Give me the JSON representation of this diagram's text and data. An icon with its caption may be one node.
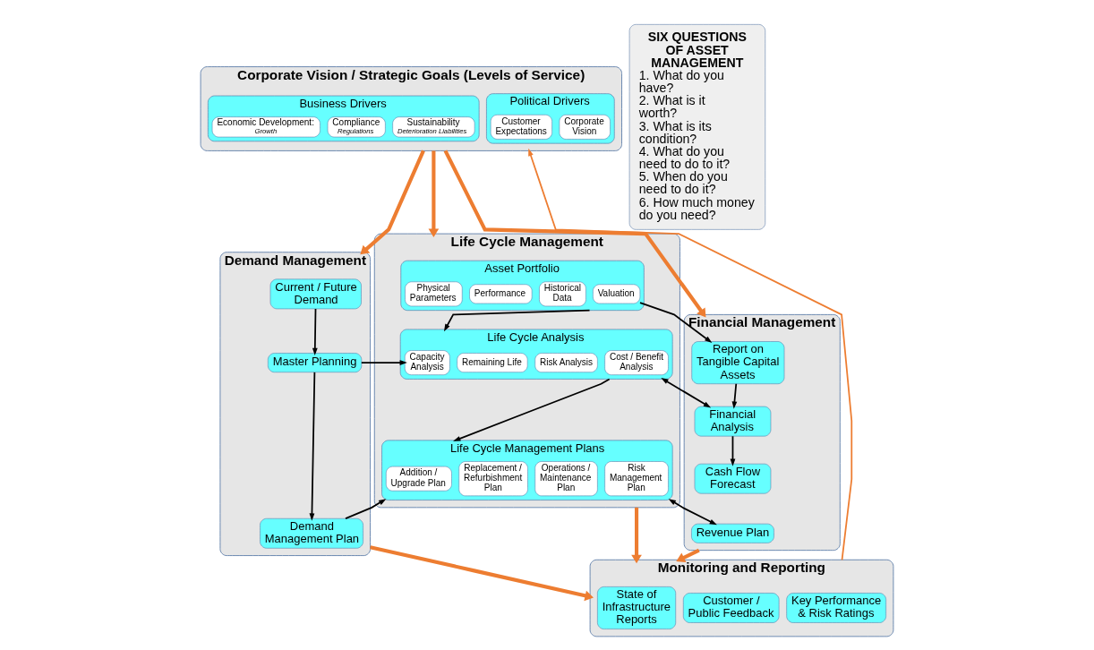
{
  "diagram": {
    "nodes": [
      {
        "text": [
          "Corporate Vision / Strategic Goals (Levels of Service)"
        ]
      },
      {
        "text": [
          "Political Drivers"
        ],
        "in": 0
      },
      {
        "text": [
          "Customer Expectations"
        ],
        "in": 1
      },
      {
        "text": [
          "Corporate Vision"
        ],
        "in": 1
      },
      {
        "text": [
          "Business Drivers"
        ],
        "in": 0
      },
      {
        "text": [
          "Economic Development:",
          "Growth"
        ],
        "in": 4
      },
      {
        "text": [
          "Compliance",
          "Regulations"
        ],
        "in": 4
      },
      {
        "text": [
          "Sustainability",
          "Deterioration Liabilities"
        ],
        "in": 4
      },
      {
        "text": [
          "Demand Management"
        ]
      },
      {
        "text": [
          "Current / Future Demand"
        ],
        "in": 8
      },
      {
        "text": [
          "Master Planning"
        ],
        "in": 8
      },
      {
        "text": [
          "Demand Management Plan"
        ],
        "in": 8
      },
      {
        "text": [
          "Life Cycle Management"
        ]
      },
      {
        "text": [
          "Asset Portfolio"
        ],
        "in": 12
      },
      {
        "text": [
          "Physical Parameters"
        ],
        "in": 13
      },
      {
        "text": [
          "Performance"
        ],
        "in": 13
      },
      {
        "text": [
          "Historical Data"
        ],
        "in": 13
      },
      {
        "text": [
          "Valuation"
        ],
        "in": 13
      },
      {
        "text": [
          "Life Cycle Analysis"
        ],
        "in": 12
      },
      {
        "text": [
          "Capacity Analysis"
        ],
        "in": 18
      },
      {
        "text": [
          "Remaining Life"
        ],
        "in": 18
      },
      {
        "text": [
          "Risk Analysis"
        ],
        "in": 18
      },
      {
        "text": [
          "Cost / Benefit Analysis"
        ],
        "in": 18
      },
      {
        "text": [
          "Life Cycle Management Plans"
        ],
        "in": 12
      },
      {
        "text": [
          "Addition / Upgrade Plan"
        ],
        "in": 23
      },
      {
        "text": [
          "Replacement / Refurbishment Plan"
        ],
        "in": 23
      },
      {
        "text": [
          "Operations / Maintenance Plan"
        ],
        "in": 23
      },
      {
        "text": [
          "Risk Management Plan"
        ],
        "in": 23
      },
      {
        "text": [
          "Financial Management"
        ]
      },
      {
        "text": [
          "Report on Tangible Capital Assets"
        ],
        "in": 28
      },
      {
        "text": [
          "Financial Analysis"
        ],
        "in": 28
      },
      {
        "text": [
          "Cash Flow Forecast"
        ],
        "in": 28
      },
      {
        "text": [
          "Revenue Plan"
        ],
        "in": 28
      },
      {
        "text": [
          "Monitoring and Reporting"
        ]
      },
      {
        "text": [
          "State of Infrastructure Reports"
        ],
        "in": 33
      },
      {
        "text": [
          "Customer / Public Feedback"
        ],
        "in": 33
      },
      {
        "text": [
          "Key Performance & Risk Ratings"
        ],
        "in": 33
      },
      {
        "text": [
          "SIX QUESTIONS OF ASSET MANAGEMENT",
          "1. What do you have?",
          "2. What is it worth?",
          "3. What is its condition?",
          "4. What do you need to do to it?",
          "5. When do you need to do it?",
          "6. How much money do you need?"
        ]
      }
    ],
    "edges": [
      {
        "from": 0,
        "to": 8,
        "arrow": "to",
        "style": "thick",
        "color": "#ed7d31"
      },
      {
        "from": 0,
        "to": 12,
        "arrow": "to",
        "style": "thick",
        "color": "#ed7d31"
      },
      {
        "from": 0,
        "to": 28,
        "arrow": "to",
        "style": "thick",
        "color": "#ed7d31"
      },
      {
        "from": 9,
        "to": 10,
        "arrow": "to"
      },
      {
        "from": 10,
        "to": 11,
        "arrow": "to"
      },
      {
        "from": 10,
        "to": 19,
        "arrow": "to"
      },
      {
        "from": 11,
        "to": 23,
        "arrow": "to"
      },
      {
        "from": 13,
        "to": 18,
        "arrow": "to"
      },
      {
        "from": 18,
        "to": 23,
        "arrow": "to"
      },
      {
        "from": 17,
        "to": 29,
        "arrow": "to"
      },
      {
        "from": 29,
        "to": 30,
        "arrow": "to"
      },
      {
        "from": 30,
        "to": 31,
        "arrow": "to"
      },
      {
        "from": 18,
        "to": 30,
        "arrow": "both"
      },
      {
        "from": 23,
        "to": 32,
        "arrow": "both"
      },
      {
        "from": 8,
        "to": 33,
        "arrow": "to",
        "style": "thick",
        "color": "#ed7d31"
      },
      {
        "from": 12,
        "to": 33,
        "arrow": "to",
        "style": "thick",
        "color": "#ed7d31"
      },
      {
        "from": 28,
        "to": 33,
        "arrow": "to",
        "style": "thick",
        "color": "#ed7d31"
      },
      {
        "from": 33,
        "to": 0,
        "arrow": "to",
        "color": "#ed7d31"
      }
    ]
  }
}
